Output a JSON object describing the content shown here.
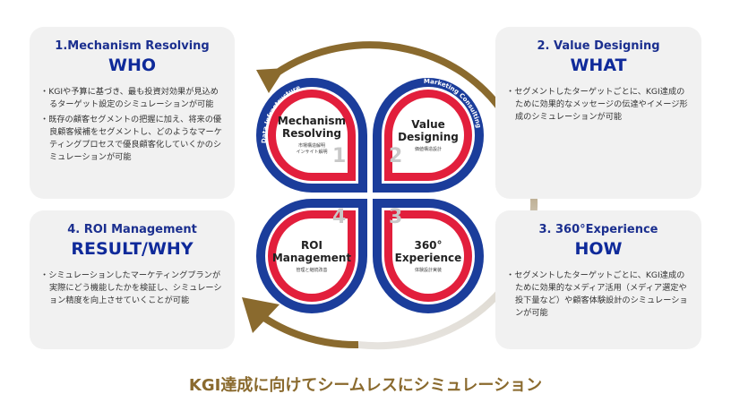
{
  "cards": [
    {
      "title": "1.Mechanism Resolving",
      "keyword": "WHO",
      "bullets": [
        "KGIや予算に基づき、最も投資対効果が見込めるターゲット設定のシミュレーションが可能",
        "既存の顧客セグメントの把握に加え、将来の優良顧客候補をセグメントし、どのようなマーケティングプロセスで優良顧客化していくかのシミュレーションが可能"
      ]
    },
    {
      "title": "2. Value Designing",
      "keyword": "WHAT",
      "bullets": [
        "セグメントしたターゲットごとに、KGI達成のために効果的なメッセージの伝達やイメージ形成のシミュレーションが可能"
      ]
    },
    {
      "title": "3. 360°Experience",
      "keyword": "HOW",
      "bullets": [
        "セグメントしたターゲットごとに、KGI達成のために効果的なメディア活用（メディア選定や投下量など）や顧客体験設計のシミュレーションが可能"
      ]
    },
    {
      "title": "4. ROI Management",
      "keyword": "RESULT/WHY",
      "bullets": [
        "シミュレーションしたマーケティングプランが実際にどう機能したかを検証し、シミュレーション精度を向上させていくことが可能"
      ]
    }
  ],
  "diagram": {
    "arc_labels": {
      "left": "Data Infrastructure",
      "right": "Marketing Consulting"
    },
    "petals": [
      {
        "num": "1",
        "title1": "Mechanism",
        "title2": "Resolving",
        "sub1": "市場構造解明",
        "sub2": "インサイト解明"
      },
      {
        "num": "2",
        "title1": "Value",
        "title2": "Designing",
        "sub1": "価値構造設計",
        "sub2": ""
      },
      {
        "num": "3",
        "title1": "360°",
        "title2": "Experience",
        "sub1": "体験設計実装",
        "sub2": ""
      },
      {
        "num": "4",
        "title1": "ROI",
        "title2": "Management",
        "sub1": "管理と継続改善",
        "sub2": ""
      }
    ],
    "colors": {
      "blue": "#1b3d9b",
      "red": "#e21f3c",
      "gold": "#8a6a2e"
    }
  },
  "caption": "KGI達成に向けてシームレスにシミュレーション"
}
